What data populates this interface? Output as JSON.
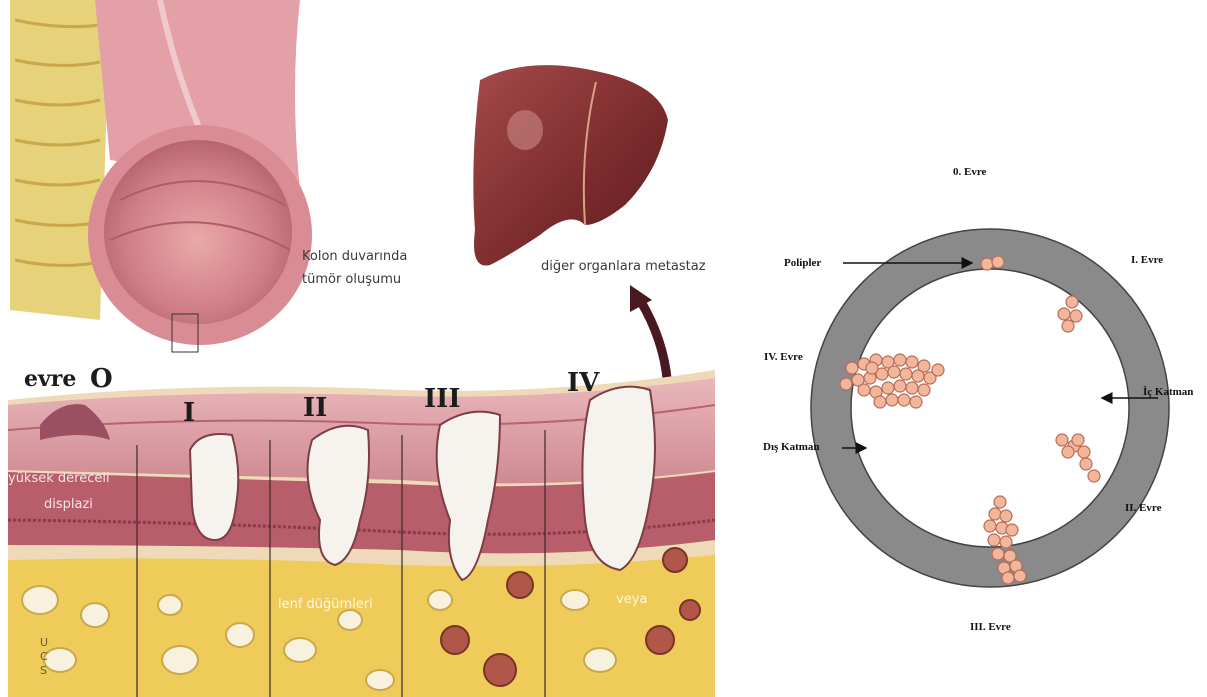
{
  "figure": {
    "illustration": {
      "colon_label_line1": "Kolon duvarında",
      "colon_label_line2": "tümör oluşumu",
      "metastasis_label": "diğer organlara metastaz",
      "evre_word": "evre",
      "stage_numbers": [
        "O",
        "I",
        "II",
        "III",
        "IV"
      ],
      "dysplasia_line1": "yüksek dereceli",
      "dysplasia_line2": "displazi",
      "lymph_label": "lenf düğümleri",
      "or_label": "veya",
      "logo_text": "UCS"
    },
    "diagram": {
      "stage0": "0.  Evre",
      "stage1": "I. Evre",
      "stage2": "II.  Evre",
      "stage3": "III.  Evre",
      "stage4": "IV. Evre",
      "polyps": "Polipler",
      "inner_layer": "İç Katman",
      "outer_layer": "Dış Katman"
    },
    "colors": {
      "ring": "#8a8a8a",
      "cell_fill": "#f2b69a",
      "cell_stroke": "#b86c58",
      "tumor": "#f6f3ee",
      "fat": "#efcc5a",
      "mucosa": "#dca0a6",
      "liver": "#7a2a2c"
    }
  }
}
